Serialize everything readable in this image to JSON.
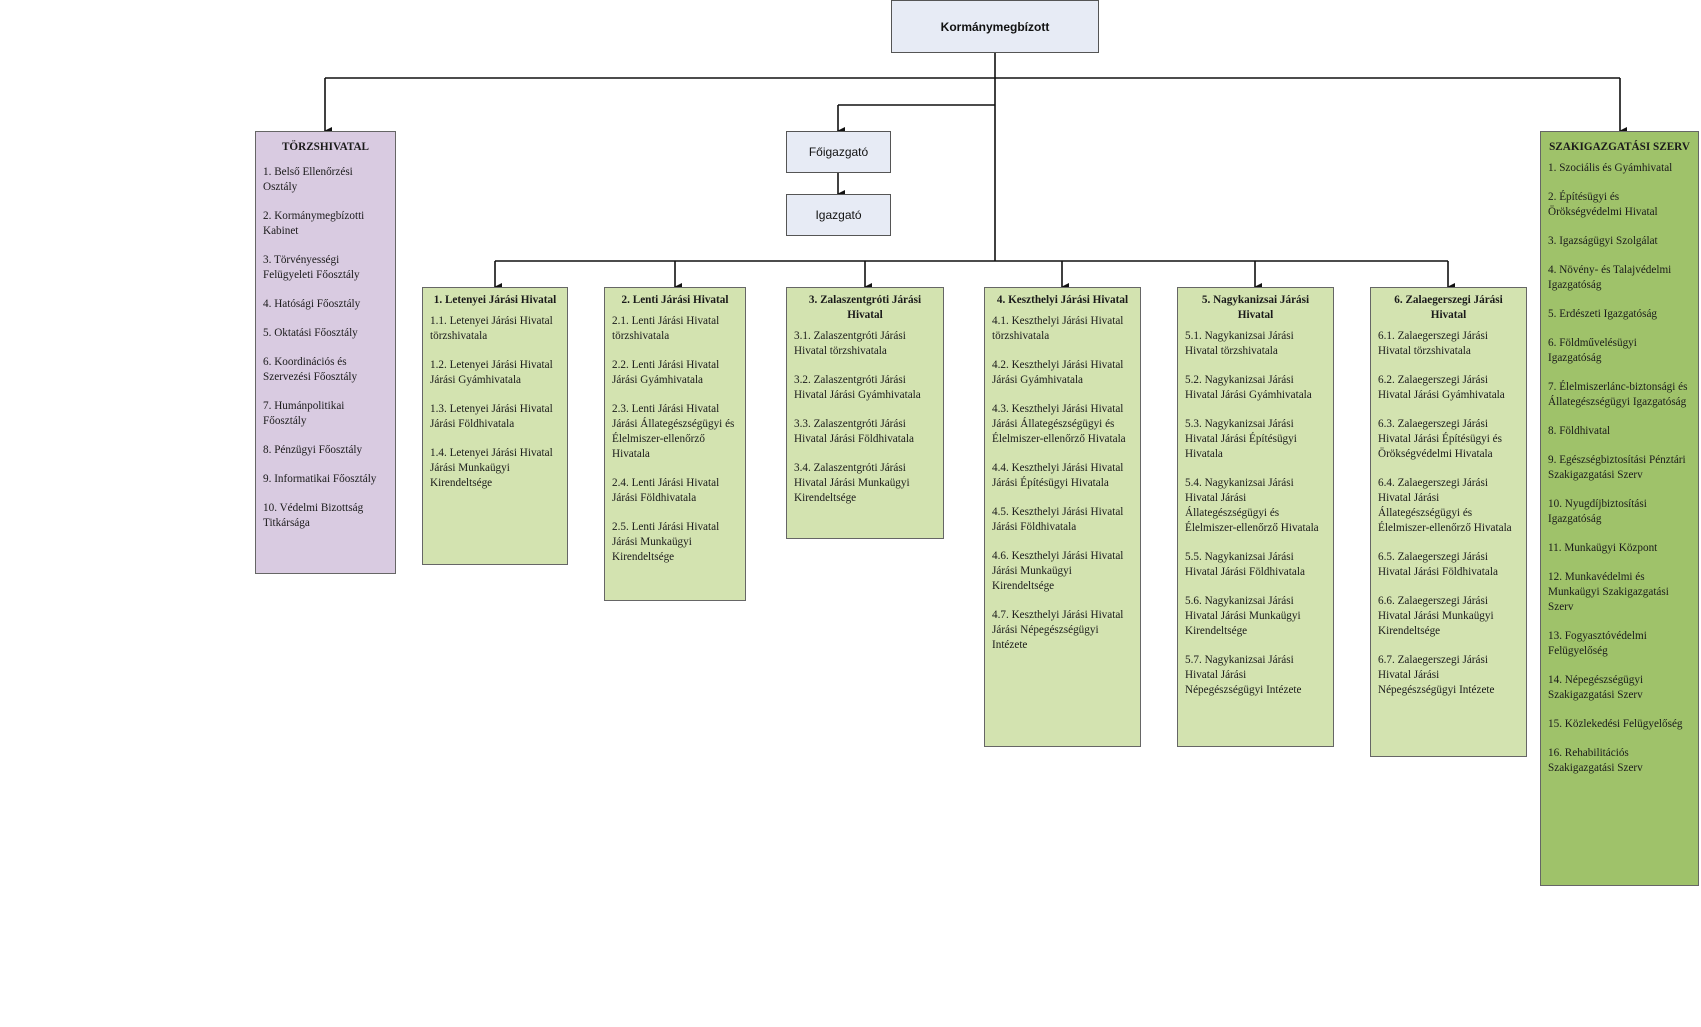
{
  "top": {
    "kormanymegbizott": "Kormánymegbízott",
    "foigazgato": "Főigazgató",
    "igazgato": "Igazgató"
  },
  "torzshivatal": {
    "title": "TÖRZSHIVATAL",
    "items": [
      "1. Belső Ellenőrzési Osztály",
      "2. Kormánymegbízotti Kabinet",
      "3. Törvényességi Felügyeleti Főosztály",
      "4. Hatósági Főosztály",
      "5. Oktatási Főosztály",
      "6. Koordinációs és Szervezési Főosztály",
      "7. Humánpolitikai Főosztály",
      "8. Pénzügyi Főosztály",
      "9. Informatikai Főosztály",
      "10. Védelmi Bizottság Titkársága"
    ]
  },
  "offices": [
    {
      "title": "1. Letenyei Járási Hivatal",
      "items": [
        "1.1. Letenyei Járási Hivatal törzshivatala",
        "1.2. Letenyei Járási Hivatal Járási Gyámhivatala",
        "1.3. Letenyei Járási Hivatal Járási Földhivatala",
        "1.4. Letenyei Járási Hivatal Járási Munkaügyi Kirendeltsége"
      ]
    },
    {
      "title": "2. Lenti Járási Hivatal",
      "items": [
        "2.1. Lenti Járási Hivatal törzshivatala",
        "2.2. Lenti Járási Hivatal Járási Gyámhivatala",
        "2.3. Lenti Járási Hivatal Járási Állategészségügyi és Élelmiszer-ellenőrző Hivatala",
        "2.4. Lenti Járási Hivatal Járási Földhivatala",
        "2.5. Lenti Járási Hivatal Járási Munkaügyi Kirendeltsége"
      ]
    },
    {
      "title": "3. Zalaszentgróti Járási Hivatal",
      "items": [
        "3.1. Zalaszentgróti Járási Hivatal törzshivatala",
        "3.2. Zalaszentgróti Járási Hivatal Járási Gyámhivatala",
        "3.3. Zalaszentgróti Járási Hivatal Járási Földhivatala",
        "3.4. Zalaszentgróti Járási Hivatal Járási Munkaügyi Kirendeltsége"
      ]
    },
    {
      "title": "4. Keszthelyi Járási Hivatal",
      "items": [
        "4.1. Keszthelyi Járási Hivatal törzshivatala",
        "4.2. Keszthelyi Járási Hivatal Járási Gyámhivatala",
        "4.3. Keszthelyi Járási Hivatal Járási Állategészségügyi és Élelmiszer-ellenőrző Hivatala",
        "4.4. Keszthelyi Járási Hivatal Járási Építésügyi Hivatala",
        "4.5. Keszthelyi Járási Hivatal Járási Földhivatala",
        "4.6. Keszthelyi Járási Hivatal Járási Munkaügyi Kirendeltsége",
        "4.7. Keszthelyi Járási Hivatal Járási Népegészségügyi Intézete"
      ]
    },
    {
      "title": "5. Nagykanizsai Járási Hivatal",
      "items": [
        "5.1. Nagykanizsai Járási Hivatal törzshivatala",
        "5.2. Nagykanizsai Járási Hivatal Járási Gyámhivatala",
        "5.3. Nagykanizsai Járási Hivatal Járási Építésügyi Hivatala",
        "5.4. Nagykanizsai Járási Hivatal Járási Állategészségügyi és Élelmiszer-ellenőrző Hivatala",
        "5.5. Nagykanizsai Járási Hivatal Járási Földhivatala",
        "5.6. Nagykanizsai Járási Hivatal Járási Munkaügyi Kirendeltsége",
        "5.7. Nagykanizsai Járási Hivatal Járási Népegészségügyi Intézete"
      ]
    },
    {
      "title": "6. Zalaegerszegi Járási Hivatal",
      "items": [
        "6.1. Zalaegerszegi Járási Hivatal törzshivatala",
        "6.2. Zalaegerszegi Járási Hivatal Járási Gyámhivatala",
        "6.3. Zalaegerszegi Járási Hivatal Járási Építésügyi és Örökségvédelmi Hivatala",
        "6.4. Zalaegerszegi Járási Hivatal Járási Állategészségügyi és Élelmiszer-ellenőrző Hivatala",
        "6.5. Zalaegerszegi Járási Hivatal Járási Földhivatala",
        "6.6. Zalaegerszegi Járási Hivatal Járási Munkaügyi Kirendeltsége",
        "6.7. Zalaegerszegi Járási Hivatal Járási Népegészségügyi Intézete"
      ]
    }
  ],
  "szakigazgatasi": {
    "title": "SZAKIGAZGATÁSI SZERV",
    "items": [
      "1. Szociális és Gyámhivatal",
      "2. Építésügyi és Örökségvédelmi Hivatal",
      "3. Igazságügyi Szolgálat",
      "4. Növény- és Talajvédelmi Igazgatóság",
      "5. Erdészeti Igazgatóság",
      "6. Földművelésügyi Igazgatóság",
      "7. Élelmiszerlánc-biztonsági és Állategészségügyi Igazgatóság",
      "8. Földhivatal",
      "9. Egészségbiztosítási Pénztári Szakigazgatási Szerv",
      "10. Nyugdíjbiztosítási Igazgatóság",
      "11. Munkaügyi Központ",
      "12. Munkavédelmi és Munkaügyi Szakigazgatási Szerv",
      "13. Fogyasztóvédelmi Felügyelőség",
      "14. Népegészségügyi Szakigazgatási Szerv",
      "15. Közlekedési Felügyelőség",
      "16. Rehabilitációs Szakigazgatási Szerv"
    ]
  }
}
